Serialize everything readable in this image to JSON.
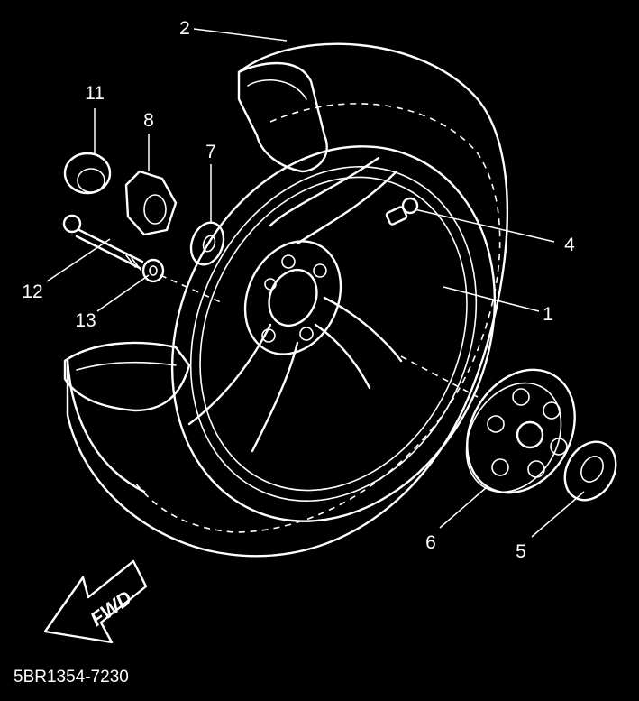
{
  "diagram": {
    "callouts": [
      {
        "id": "1",
        "label": "1"
      },
      {
        "id": "2",
        "label": "2"
      },
      {
        "id": "4",
        "label": "4"
      },
      {
        "id": "5",
        "label": "5"
      },
      {
        "id": "6",
        "label": "6"
      },
      {
        "id": "7",
        "label": "7"
      },
      {
        "id": "8",
        "label": "8"
      },
      {
        "id": "11",
        "label": "11"
      },
      {
        "id": "12",
        "label": "12"
      },
      {
        "id": "13",
        "label": "13"
      }
    ],
    "arrow_text": "FWD",
    "drawing_code": "5BR1354-7230",
    "colors": {
      "background": "#000000",
      "line": "#ffffff"
    }
  }
}
